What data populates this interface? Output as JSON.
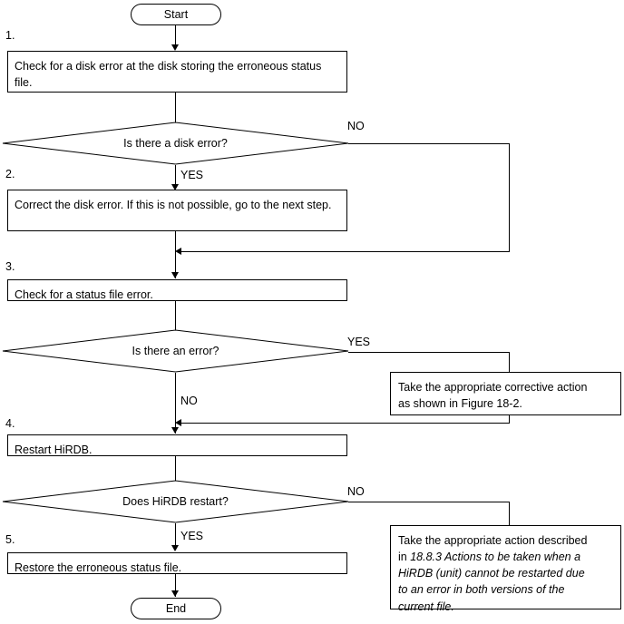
{
  "diagram": {
    "start_label": "Start",
    "end_label": "End",
    "steps": [
      {
        "num": "1.",
        "text": "Check for a disk error at the disk storing the erroneous status file."
      },
      {
        "num": "2.",
        "text": "Correct the disk error. If this is not possible, go to the next step."
      },
      {
        "num": "3.",
        "text": "Check for a status file error."
      },
      {
        "num": "4.",
        "text": "Restart HiRDB."
      },
      {
        "num": "5.",
        "text": "Restore the erroneous status file."
      }
    ],
    "decisions": [
      {
        "text": "Is there a disk error?",
        "yes": "YES",
        "no": "NO"
      },
      {
        "text": "Is there an error?",
        "yes": "YES",
        "no": "NO"
      },
      {
        "text": "Does HiRDB restart?",
        "yes": "YES",
        "no": "NO"
      }
    ],
    "notes": [
      {
        "line1": "Take the appropriate corrective action",
        "line2": "as shown in Figure 18-2."
      },
      {
        "line1": "Take the appropriate action described",
        "line2_pre": "in ",
        "line2_ital": "18.8.3 Actions to be taken when a",
        "line3_ital": "HiRDB (unit) cannot be restarted due",
        "line4_ital": "to an error in both versions of the",
        "line5_ital": "current file."
      }
    ]
  }
}
